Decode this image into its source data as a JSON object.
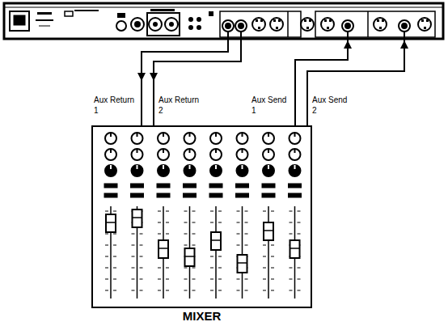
{
  "diagram": {
    "nodes": [
      {
        "text": [
          "MIXER"
        ]
      }
    ],
    "labels": [
      "Aux Return 1",
      "Aux Return 2",
      "Aux Send 1",
      "Aux Send 2"
    ]
  }
}
